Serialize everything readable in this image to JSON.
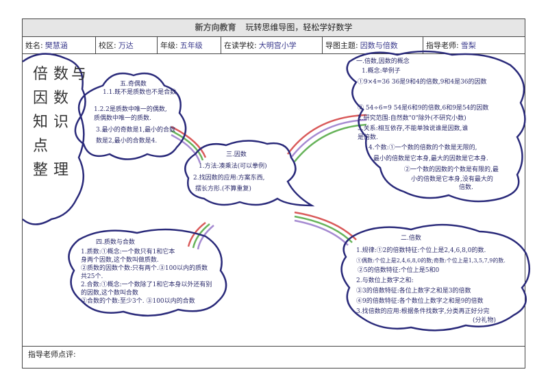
{
  "header": {
    "brand": "新方向教育",
    "slogan": "玩转思维导图，轻松学好数学"
  },
  "info": {
    "name_label": "姓名:",
    "name_value": "樊慧涵",
    "campus_label": "校区:",
    "campus_value": "万达",
    "grade_label": "年级:",
    "grade_value": "五年级",
    "school_label": "在读学校:",
    "school_value": "大明宫小学",
    "topic_label": "导图主题:",
    "topic_value": "因数与倍数",
    "teacher_label": "指导老师:",
    "teacher_value": "雪梨"
  },
  "title_chars": [
    "倍",
    "数",
    "与",
    "因",
    "数",
    "知",
    "识",
    "点",
    "整",
    "理"
  ],
  "center": {
    "heading": "三.因数",
    "lines": [
      "1.方法:凑乘法(可以拳例)",
      "2.找因数的应用:方案东西,",
      "摆长方形.(不算重复)"
    ]
  },
  "odd_even": {
    "lines": [
      "五.奇偶数",
      "1.1.既不是质数也不是合数",
      "1.2.2是质数中唯一的偶数,",
      "质偶数中唯一的质数.",
      "3.最小的奇数是1,最小的合数",
      "数是2,最小的合数是4."
    ]
  },
  "concepts": {
    "lines": [
      "一.倍数,因数的概念",
      "1.概念:举例子",
      "①9×4=36  36是9和4的倍数,9和4是36的因数",
      "② 54÷6=9  54是6和9的倍数,6和9是54的因数",
      "2.研究范围:自然数\"0\"除外(不研究小数)",
      "3.关系:相互依存,不能单独说谁是因数,谁",
      "是倍数.",
      "4.个数:①一个数的倍数的个数是无限的,",
      "最小的倍数是它本身,最大的因数是它本身.",
      "②一个数的因数的个数是有限的,最",
      "小的倍数是它本身,没有最大的",
      "倍数."
    ]
  },
  "prime": {
    "lines": [
      "四.质数与合数",
      "1.质数:①概念:一个数只有1和它本",
      "身两个因数,这个数叫做质数.",
      "②质数的因数个数:只有两个.③100以内的质数",
      "共25个.",
      "2.合数:①概念:一个数除了1和它本身以外还有别",
      "的因数,这个数叫合数",
      "②合数的个数:至少3个. ③100以内的合数"
    ]
  },
  "multiples": {
    "lines": [
      "二.倍数",
      "1.规律:①2的倍数特征:个位上是2,4,6,8,0的数.",
      "①偶数:个位上是2,4,6,8,0的数;奇数:个位上是1,3,5,7,9的数.",
      "②5的倍数特征:个位上是5和0",
      "2.与数位上数字之和:",
      "③3的倍数特征:各位上数字之和是3的倍数",
      "④9的倍数特征:各个数位上数字之和是9的倍数",
      "3.找倍数的应用:根据条件找数字,分类再正好分完",
      "(分礼物)"
    ]
  },
  "footer": {
    "comment_label": "指导老师点评:"
  }
}
